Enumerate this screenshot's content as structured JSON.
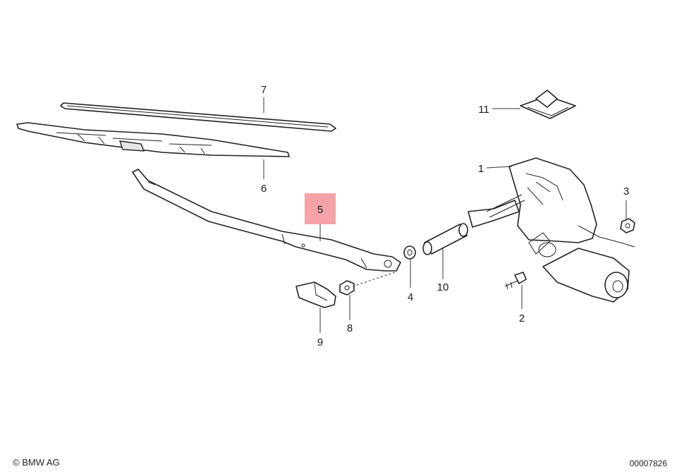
{
  "diagram": {
    "parts": [
      {
        "id": "1",
        "label": "1",
        "highlight": false
      },
      {
        "id": "2",
        "label": "2",
        "highlight": false
      },
      {
        "id": "3",
        "label": "3",
        "highlight": false
      },
      {
        "id": "4",
        "label": "4",
        "highlight": false
      },
      {
        "id": "5",
        "label": "5",
        "highlight": true
      },
      {
        "id": "6",
        "label": "6",
        "highlight": false
      },
      {
        "id": "7",
        "label": "7",
        "highlight": false
      },
      {
        "id": "8",
        "label": "8",
        "highlight": false
      },
      {
        "id": "9",
        "label": "9",
        "highlight": false
      },
      {
        "id": "10",
        "label": "10",
        "highlight": false
      },
      {
        "id": "11",
        "label": "11",
        "highlight": false
      }
    ],
    "highlight_color": "#f4a3a8"
  },
  "footer": {
    "copyright": "© BMW AG",
    "drawing_number": "00007826"
  }
}
